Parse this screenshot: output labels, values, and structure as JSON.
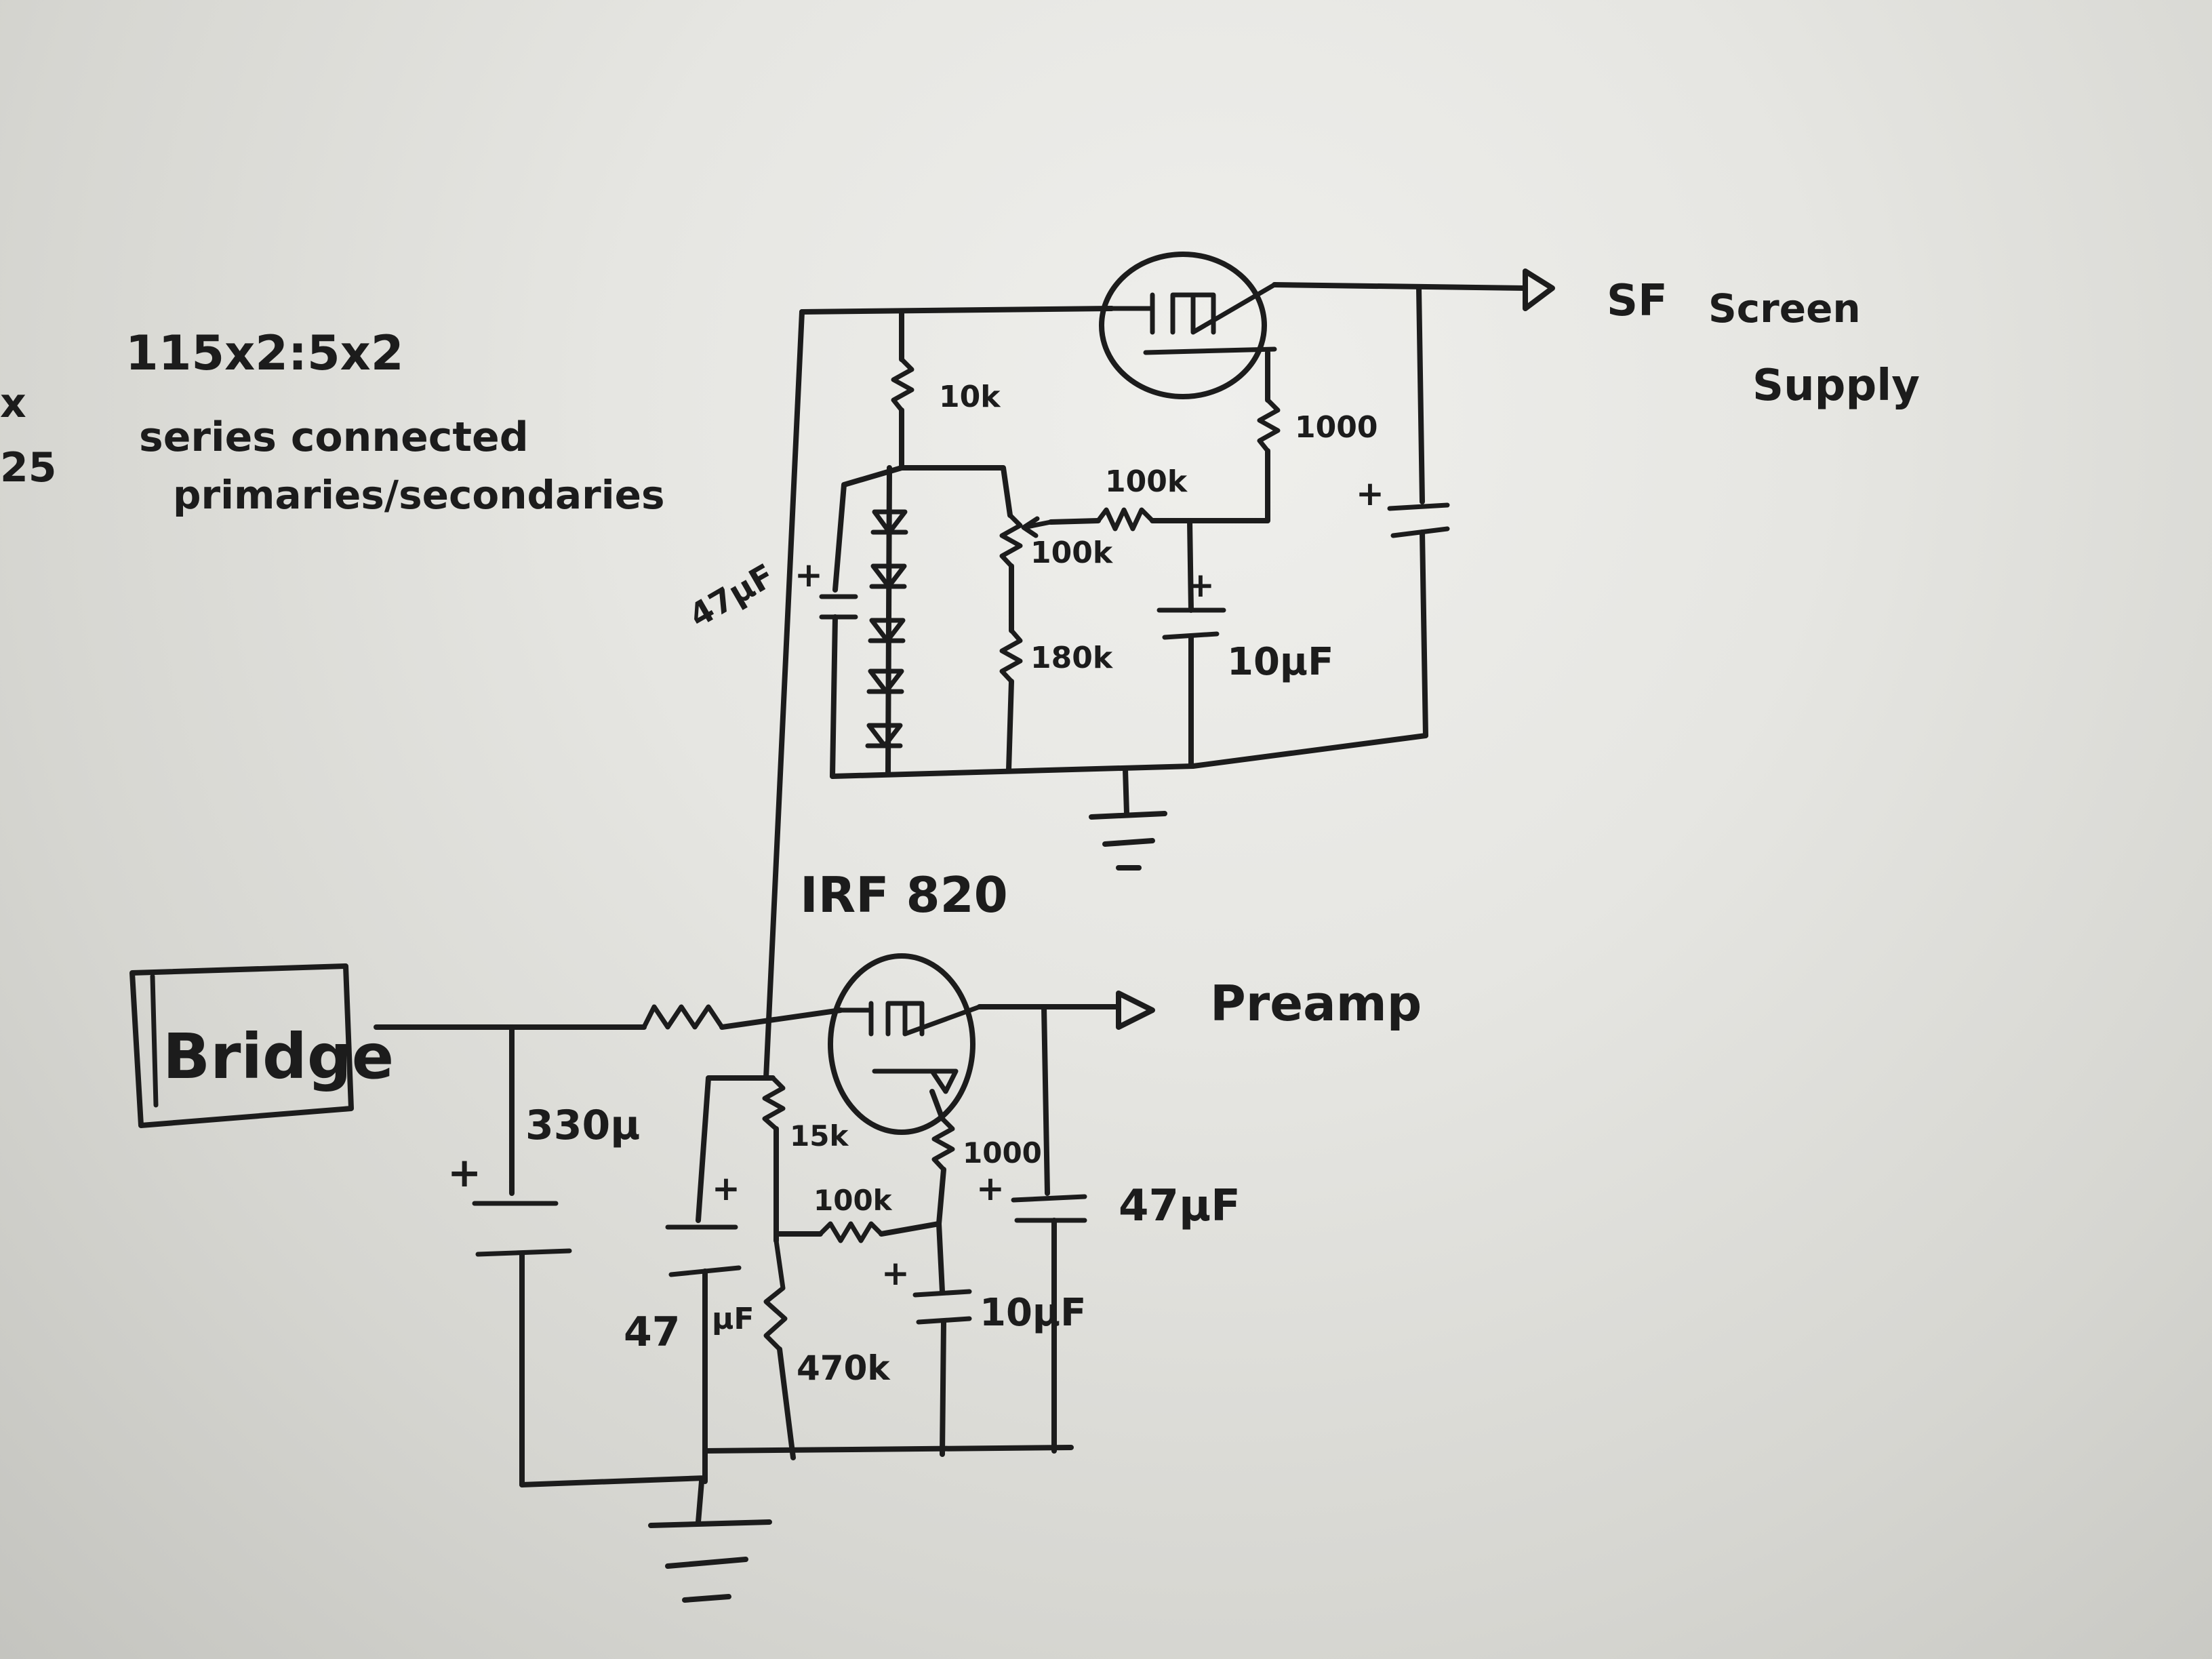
{
  "notes": {
    "transformer": "115x2:5x2",
    "series_line1": "series connected",
    "series_line2": "primaries/secondaries",
    "edge_mark_1": "x",
    "edge_mark_2": "25"
  },
  "bridge": {
    "label": "Bridge"
  },
  "components": {
    "r_top_10k": "10k",
    "r_1000_top": "1000",
    "r_100k_a": "100k",
    "r_100k_b": "100k",
    "r_180k": "180k",
    "c_10uF_top": "10μF",
    "c_left_top": "47μF",
    "cap_plus_top1": "+",
    "cap_plus_top2": "+",
    "cap_plus_top3": "+",
    "c_330u": "330μ",
    "cap_plus_330": "+",
    "r_15k": "15k",
    "r_100k_bottom": "100k",
    "r_470k": "470k",
    "r_1000_bottom": "1000",
    "c_47uF_mid": "47",
    "c_47uF_mid_unit": "μF",
    "cap_plus_mid": "+",
    "c_10uF_bottom": "10μF",
    "cap_plus_10u_bottom": "+",
    "c_47uF_right": "47μF",
    "cap_plus_47_right": "+",
    "ic_label": "IRF 820"
  },
  "outputs": {
    "screen_1": "SF",
    "screen_2": "Screen",
    "screen_3": "Supply",
    "preamp": "Preamp"
  }
}
